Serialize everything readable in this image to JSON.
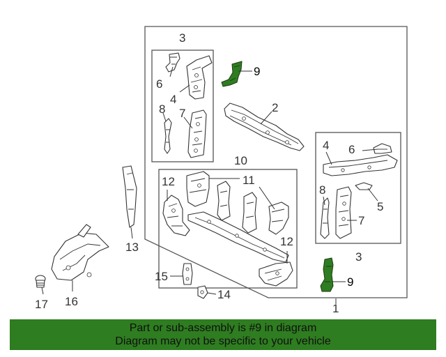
{
  "colors": {
    "highlight": "#2f7d22",
    "banner_bg": "#2e7d20",
    "line": "#333333"
  },
  "callouts": {
    "c1": "1",
    "c2": "2",
    "c3_left": "3",
    "c3_right": "3",
    "c4_left": "4",
    "c4_right": "4",
    "c5": "5",
    "c6_left": "6",
    "c6_right": "6",
    "c7_left": "7",
    "c7_right": "7",
    "c8_left": "8",
    "c8_right": "8",
    "c9_top": "9",
    "c9_bottom": "9",
    "c10": "10",
    "c11": "11",
    "c12_left": "12",
    "c12_right": "12",
    "c13": "13",
    "c14": "14",
    "c15": "15",
    "c16": "16",
    "c17": "17"
  },
  "banner": {
    "line1": "Part or sub-assembly is #9 in diagram",
    "line2": "Diagram may not be specific to your vehicle"
  }
}
